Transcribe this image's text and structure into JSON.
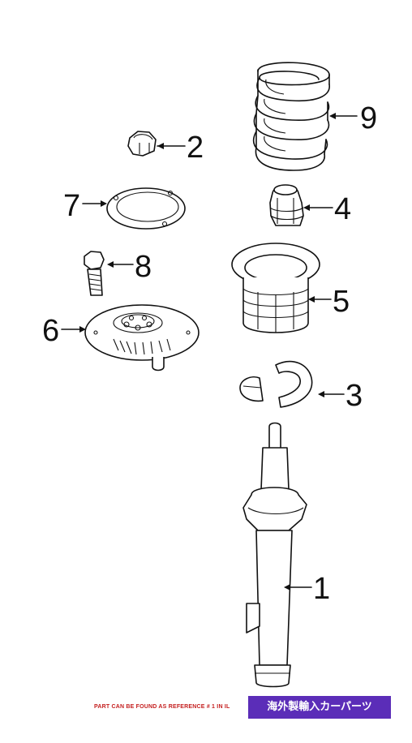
{
  "callouts": [
    {
      "id": "strut",
      "number": "1"
    },
    {
      "id": "nut",
      "number": "2"
    },
    {
      "id": "spring-seat",
      "number": "3"
    },
    {
      "id": "bumper",
      "number": "4"
    },
    {
      "id": "boot",
      "number": "5"
    },
    {
      "id": "mount",
      "number": "6"
    },
    {
      "id": "gasket",
      "number": "7"
    },
    {
      "id": "bolt",
      "number": "8"
    },
    {
      "id": "spring",
      "number": "9"
    }
  ],
  "footer": {
    "reference_text": "PART CAN BE FOUND AS REFERENCE # 1 IN IL",
    "brand_label": "海外製輸入カーパーツ"
  }
}
